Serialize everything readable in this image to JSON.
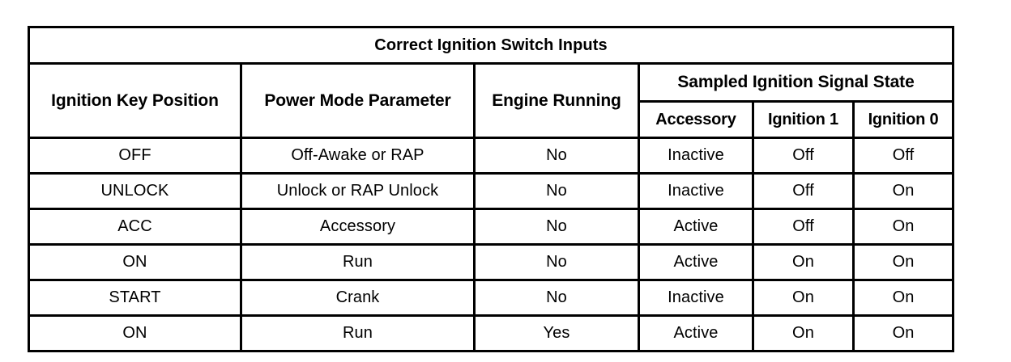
{
  "table": {
    "title": "Correct Ignition Switch Inputs",
    "group_header": "Sampled Ignition Signal State",
    "headers": {
      "key_position": "Ignition Key Position",
      "power_mode": "Power Mode Parameter",
      "engine_running": "Engine Running",
      "accessory": "Accessory",
      "ignition_1": "Ignition 1",
      "ignition_0": "Ignition 0"
    },
    "rows": [
      {
        "key_position": "OFF",
        "power_mode": "Off-Awake or RAP",
        "engine_running": "No",
        "accessory": "Inactive",
        "ignition_1": "Off",
        "ignition_0": "Off"
      },
      {
        "key_position": "UNLOCK",
        "power_mode": "Unlock or RAP Unlock",
        "engine_running": "No",
        "accessory": "Inactive",
        "ignition_1": "Off",
        "ignition_0": "On"
      },
      {
        "key_position": "ACC",
        "power_mode": "Accessory",
        "engine_running": "No",
        "accessory": "Active",
        "ignition_1": "Off",
        "ignition_0": "On"
      },
      {
        "key_position": "ON",
        "power_mode": "Run",
        "engine_running": "No",
        "accessory": "Active",
        "ignition_1": "On",
        "ignition_0": "On"
      },
      {
        "key_position": "START",
        "power_mode": "Crank",
        "engine_running": "No",
        "accessory": "Inactive",
        "ignition_1": "On",
        "ignition_0": "On"
      },
      {
        "key_position": "ON",
        "power_mode": "Run",
        "engine_running": "Yes",
        "accessory": "Active",
        "ignition_1": "On",
        "ignition_0": "On"
      }
    ]
  },
  "colors": {
    "border": "#000000",
    "text": "#000000",
    "background": "#ffffff"
  }
}
